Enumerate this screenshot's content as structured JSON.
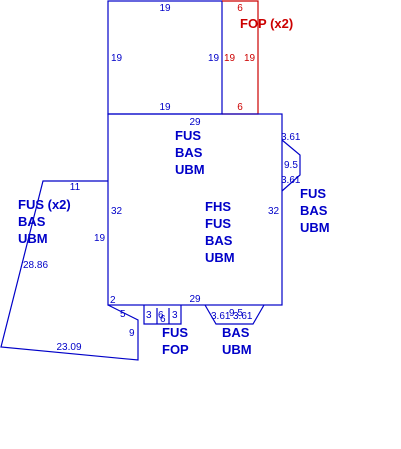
{
  "colors": {
    "main": "#0000c8",
    "fop": "#cc0000"
  },
  "upper_room": {
    "dims": {
      "top": "19",
      "bottom": "19",
      "left": "19",
      "right": "19"
    }
  },
  "fop_upper": {
    "dims": {
      "top": "6",
      "bottom": "6",
      "left": "19",
      "right": "19"
    },
    "label": "FOP (x2)"
  },
  "main_block": {
    "dims": {
      "top": "29",
      "bottom": "29",
      "left": "32",
      "right": "32"
    },
    "label_top": [
      "FUS",
      "BAS",
      "UBM"
    ],
    "label_center": [
      "FHS",
      "FUS",
      "BAS",
      "UBM"
    ]
  },
  "right_bay": {
    "dims": {
      "top": "3.61",
      "middle": "9.5",
      "bottom": "3.61"
    },
    "label": [
      "FUS",
      "BAS",
      "UBM"
    ]
  },
  "left_wing": {
    "dims": {
      "top": "11",
      "inner_left": "19",
      "slant": "28.86",
      "bottom": "23.09",
      "step": "5",
      "right_lower": "9",
      "corner": "2"
    },
    "label": [
      "FUS (x2)",
      "BAS",
      "UBM"
    ]
  },
  "bottom_small": {
    "dims": [
      "3",
      "6",
      "6",
      "3"
    ],
    "label": [
      "FUS",
      "FOP"
    ]
  },
  "bottom_bay": {
    "dims": [
      "3.61",
      "9.5",
      "3.61"
    ],
    "label": [
      "BAS",
      "UBM"
    ]
  }
}
